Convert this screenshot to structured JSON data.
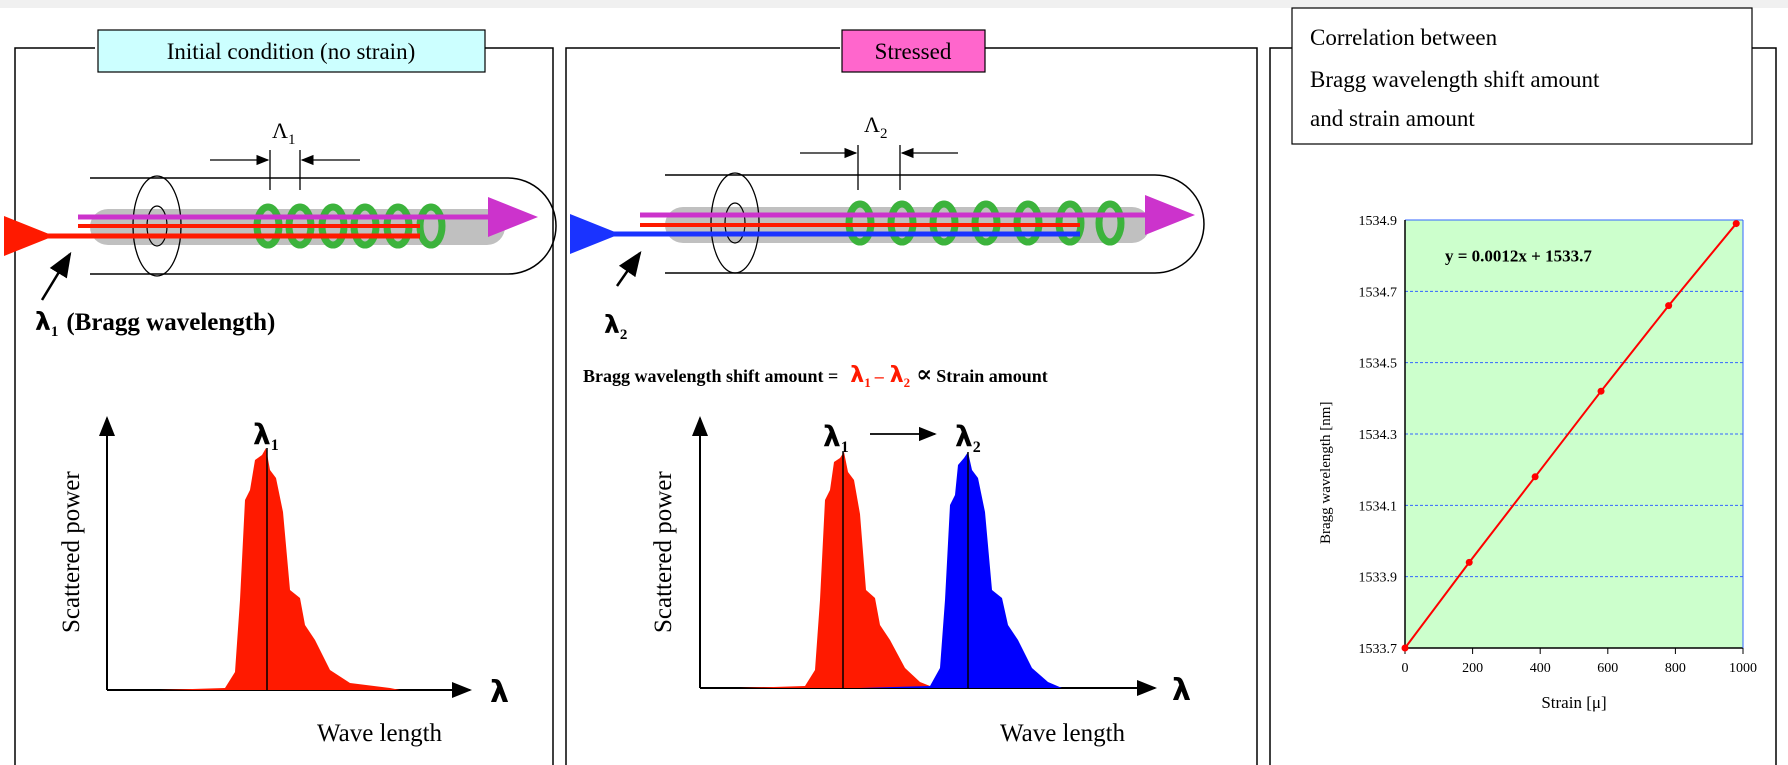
{
  "panel_initial": {
    "title": "Initial condition (no strain)",
    "title_bg": "#ccffff",
    "grating_period": "Λ",
    "grating_period_sub": "1",
    "lambda": "λ",
    "lambda_sub": "1",
    "bragg_label": "(Bragg wavelength)",
    "plot_ylabel": "Scattered power",
    "plot_xlabel": "Wave length",
    "plot_axis_symbol": "λ",
    "peak_label": "λ",
    "peak_label_sub": "1",
    "spectrum_color": "#ff1a00"
  },
  "panel_stressed": {
    "title": "Stressed",
    "title_bg": "#ff66cc",
    "grating_period": "Λ",
    "grating_period_sub": "2",
    "lambda": "λ",
    "lambda_sub": "2",
    "shift_label_prefix": "Bragg wavelength shift amount =",
    "shift_l1": "λ",
    "shift_l1_sub": "1",
    "shift_minus": "–",
    "shift_l2": "λ",
    "shift_l2_sub": "2",
    "shift_propto": "∝",
    "shift_label_suffix": "Strain amount",
    "plot_ylabel": "Scattered power",
    "plot_xlabel": "Wave length",
    "plot_axis_symbol": "λ",
    "peak1_label": "λ",
    "peak1_sub": "1",
    "peak2_label": "λ",
    "peak2_sub": "2",
    "spectrum_colors": [
      "#ff1a00",
      "#0000ff"
    ]
  },
  "panel_correlation": {
    "title_lines": [
      "Correlation between",
      "Bragg wavelength shift amount",
      "and strain amount"
    ]
  },
  "colors": {
    "fiber_core": "#c0c0c0",
    "grating_ring": "#3cb33c",
    "light_red": "#ff1a00",
    "light_magenta": "#cc33cc",
    "light_blue": "#1a33ff",
    "plot_bg": "#ccffcc",
    "gridline": "#3366ff",
    "fit_line": "#ff0000"
  },
  "chart_data": {
    "type": "line",
    "equation": "y = 0.0012x + 1533.7",
    "xlabel": "Strain [μ]",
    "ylabel": "Bragg wavelength [nm]",
    "xlim": [
      0,
      1000
    ],
    "ylim": [
      1533.7,
      1534.9
    ],
    "x_ticks": [
      0,
      200,
      400,
      600,
      800,
      1000
    ],
    "y_ticks": [
      1533.7,
      1533.9,
      1534.1,
      1534.3,
      1534.5,
      1534.7,
      1534.9
    ],
    "y_tick_labels": [
      "1533.7",
      "1533.9",
      "1534.1",
      "1534.3",
      "1534.5",
      "1534.7",
      "1534.9"
    ],
    "grid": "horizontal",
    "series": [
      {
        "x": [
          0,
          190,
          385,
          580,
          780,
          980
        ],
        "y": [
          1533.7,
          1533.94,
          1534.18,
          1534.42,
          1534.66,
          1534.89
        ]
      }
    ]
  }
}
